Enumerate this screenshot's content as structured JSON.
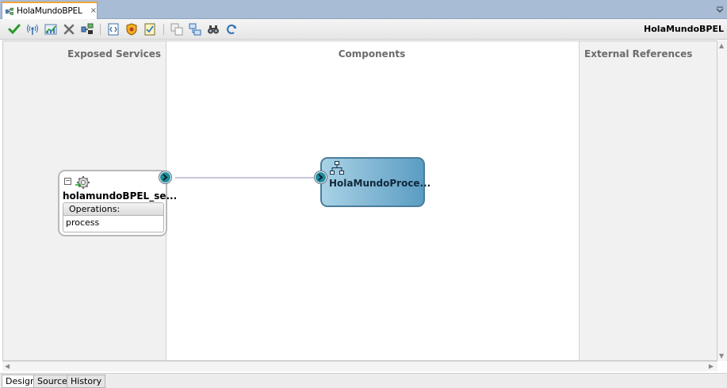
{
  "tab": {
    "label": "HolaMundoBPEL",
    "icon": "composite-icon",
    "close": "×"
  },
  "toolbar": {
    "title": "HolaMundoBPEL",
    "buttons": [
      {
        "name": "validate-button",
        "icon": "checkmark-icon"
      },
      {
        "name": "wireless-button",
        "icon": "antenna-icon"
      },
      {
        "name": "chart-button",
        "icon": "chart-icon"
      },
      {
        "name": "delete-button",
        "icon": "delete-x-icon"
      },
      {
        "name": "deploy-button",
        "icon": "deploy-icon"
      },
      {
        "name": "xml-button",
        "icon": "xml-icon"
      },
      {
        "name": "policy-button",
        "icon": "shield-icon"
      },
      {
        "name": "test-button",
        "icon": "checklist-icon"
      },
      {
        "name": "copy-button",
        "icon": "copy-icon"
      },
      {
        "name": "layout-button",
        "icon": "layout-icon"
      },
      {
        "name": "find-button",
        "icon": "binoculars-icon"
      },
      {
        "name": "refresh-button",
        "icon": "refresh-icon"
      }
    ]
  },
  "swimlanes": {
    "left": "Exposed Services",
    "middle": "Components",
    "right": "External References"
  },
  "service": {
    "name": "holamundoBPEL_se...",
    "collapse": "−",
    "operations_header": "Operations:",
    "operations": [
      "process"
    ]
  },
  "component": {
    "name": "HolaMundoProce..."
  },
  "bottom_tabs": [
    "Design",
    "Source",
    "History"
  ],
  "colors": {
    "tab_accent": "#f2a33a",
    "component_fill": "#6ba8cb",
    "port": "#1c8c9c",
    "wire": "#c7c7dd"
  }
}
